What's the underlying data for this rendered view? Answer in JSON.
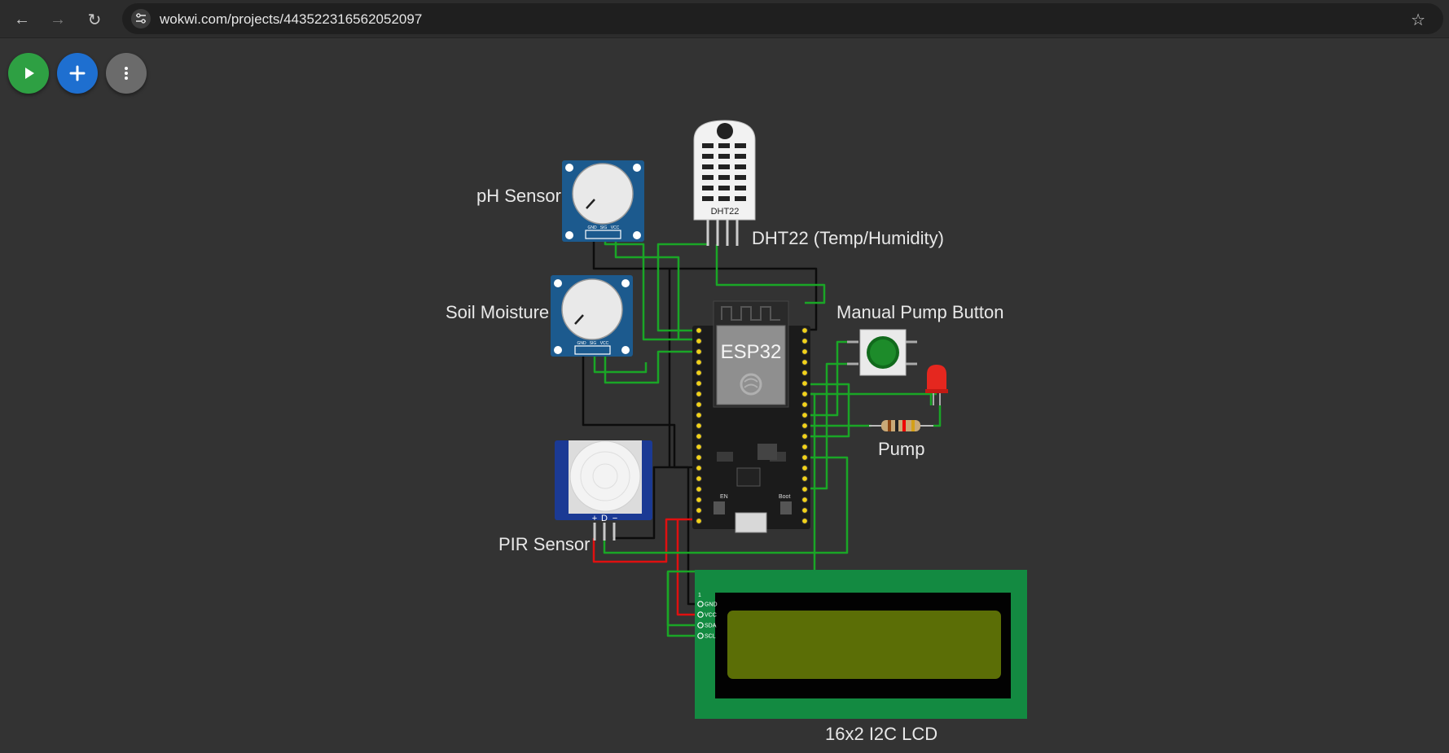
{
  "browser": {
    "url": "wokwi.com/projects/443522316562052097",
    "back_icon": "arrow-left-icon",
    "forward_icon": "arrow-right-icon",
    "reload_icon": "reload-icon",
    "site_info_icon": "tune-icon",
    "bookmark_icon": "star-icon"
  },
  "toolbar": {
    "start_icon": "play-icon",
    "add_icon": "plus-icon",
    "menu_icon": "more-vert-icon",
    "colors": {
      "start": "#2ea043",
      "add": "#1e6fd0",
      "menu": "#6b6b6b"
    }
  },
  "diagram": {
    "labels": {
      "ph_sensor": "pH Sensor",
      "dht22": "DHT22 (Temp/Humidity)",
      "soil": "Soil Moisture",
      "button": "Manual Pump Button",
      "pump": "Pump",
      "pir": "PIR Sensor",
      "lcd": "16x2 I2C LCD"
    },
    "dht_chip_label": "DHT22",
    "esp32_label": "ESP32",
    "pot_pins": [
      "GND",
      "SIG",
      "VCC"
    ],
    "pir_pins": [
      "+",
      "D",
      "−"
    ],
    "lcd_pins": [
      "GND",
      "VCC",
      "SDA",
      "SCL"
    ],
    "lcd_pin_index": "1",
    "board_buttons": [
      "EN",
      "Boot"
    ],
    "wire_colors": {
      "green": "#1aa626",
      "black": "#0c0c0c",
      "red": "#e01010"
    }
  }
}
